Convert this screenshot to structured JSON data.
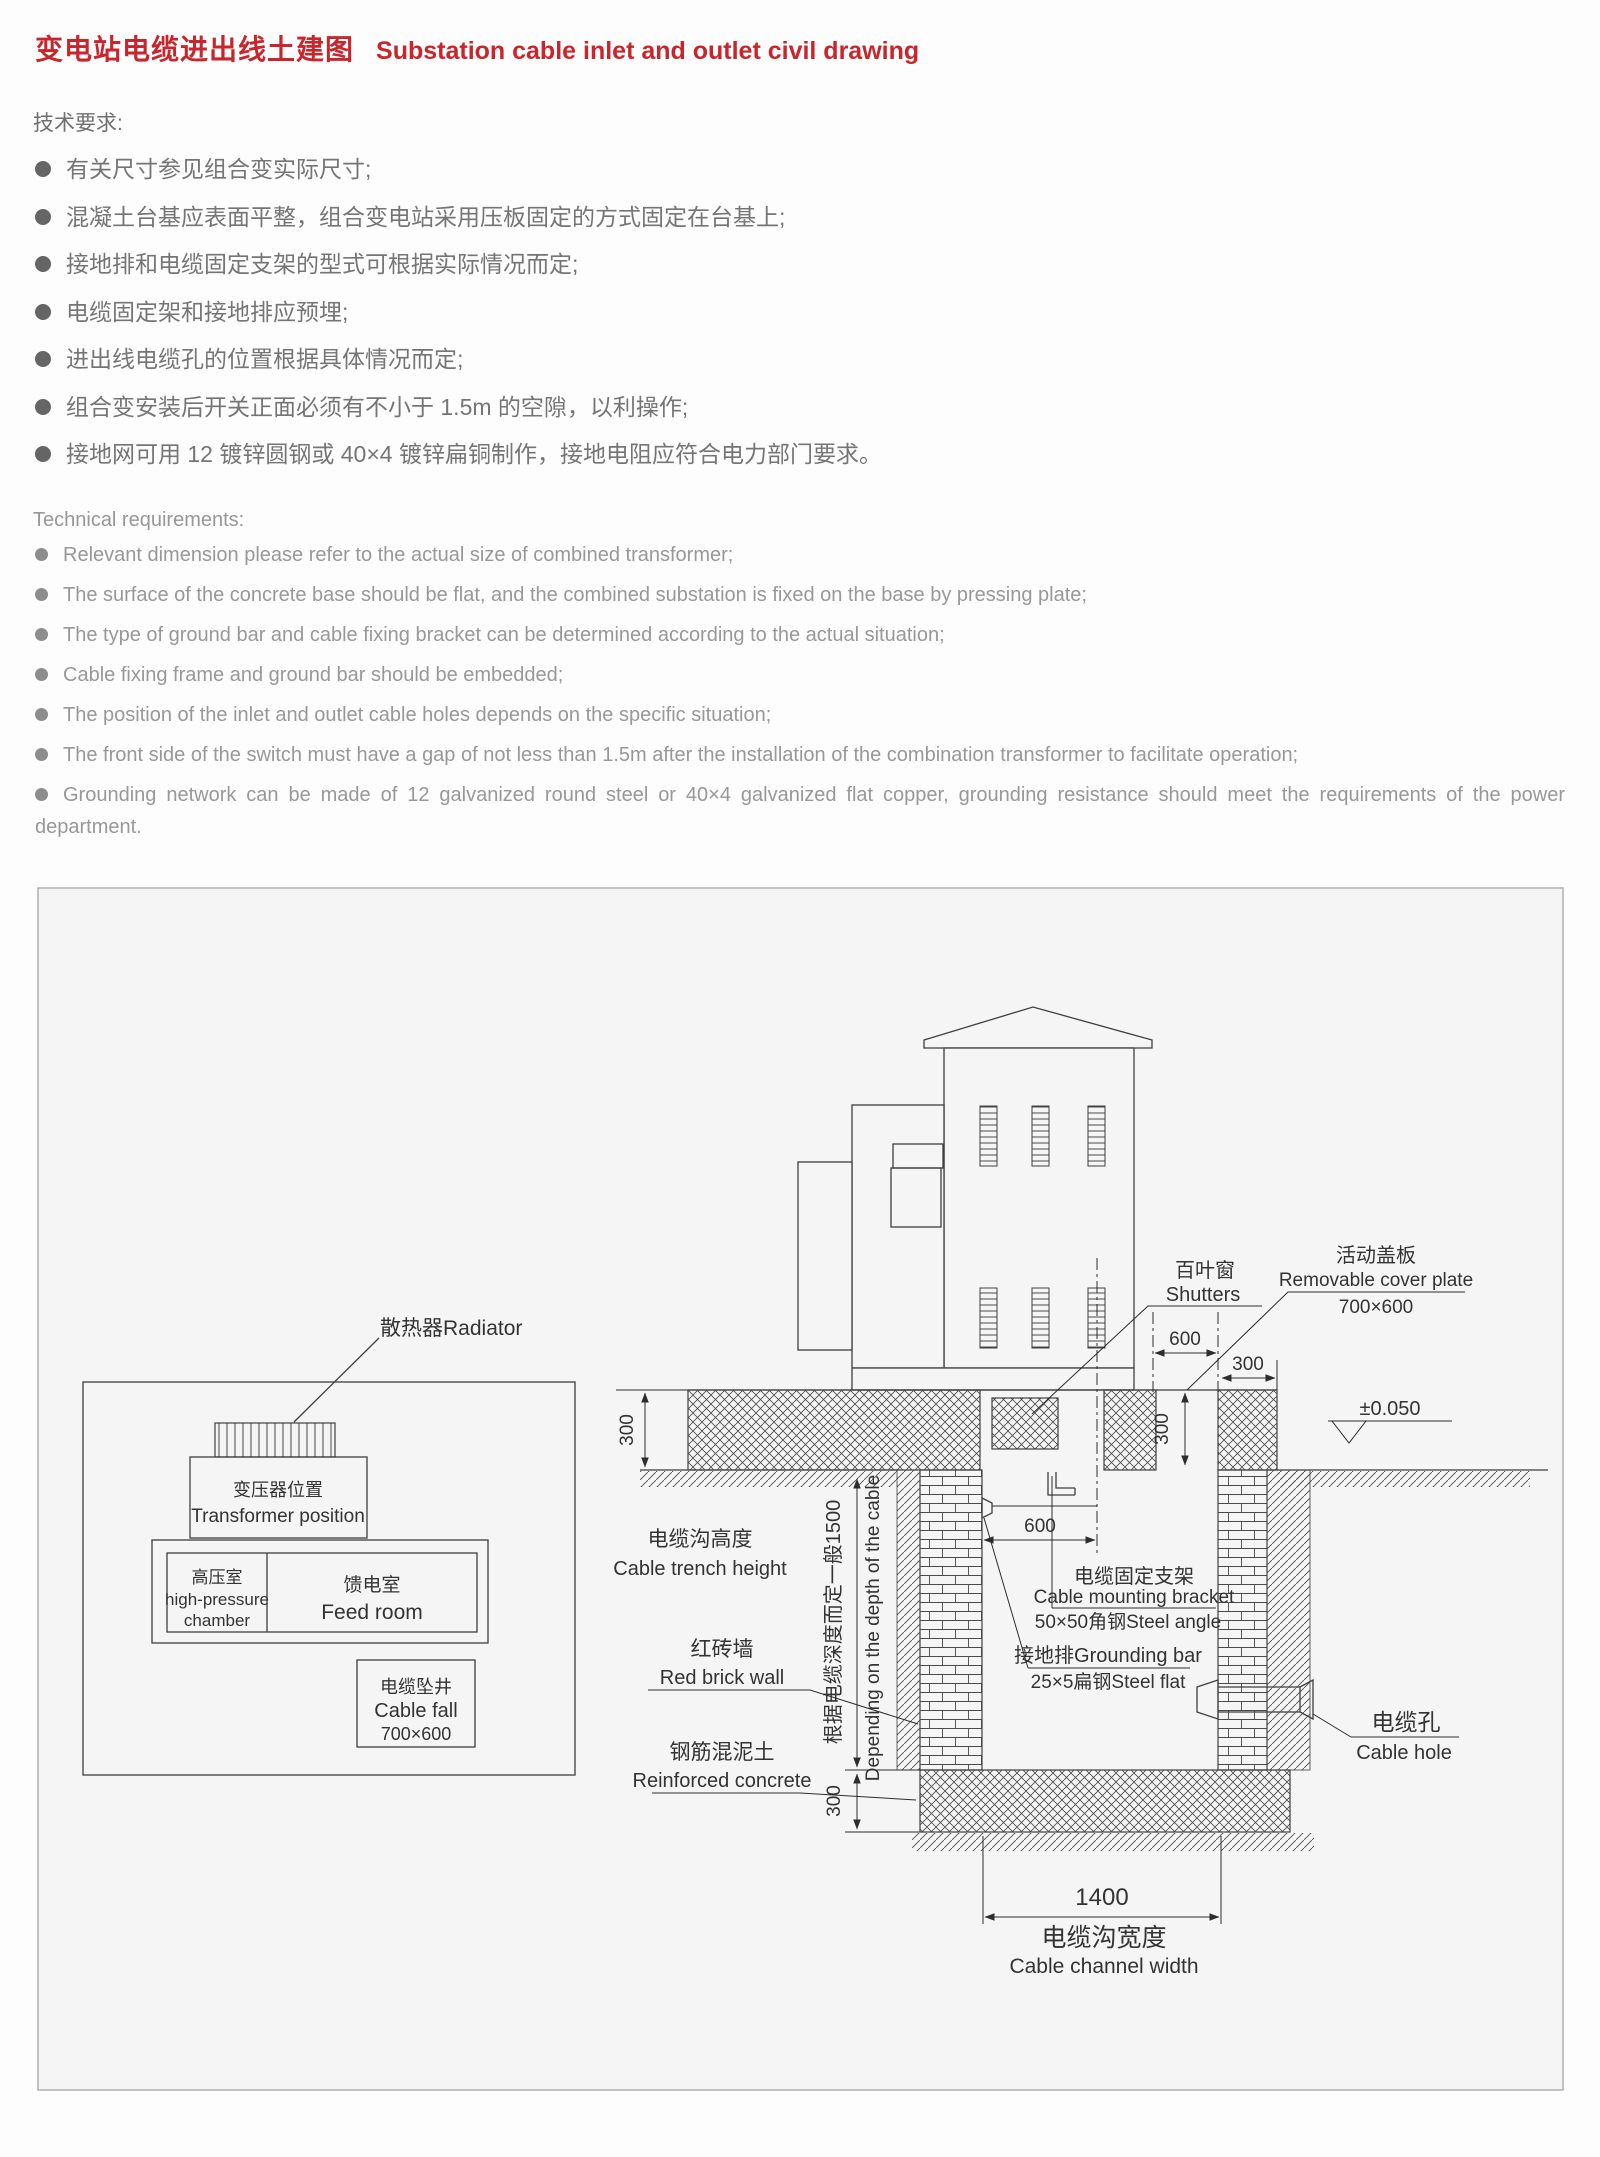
{
  "title": {
    "zh": "变电站电缆进出线土建图",
    "en": "Substation cable inlet and outlet civil drawing"
  },
  "tech_cn": {
    "heading": "技术要求:",
    "items": [
      "有关尺寸参见组合变实际尺寸;",
      "混凝土台基应表面平整，组合变电站采用压板固定的方式固定在台基上;",
      "接地排和电缆固定支架的型式可根据实际情况而定;",
      "电缆固定架和接地排应预埋;",
      "进出线电缆孔的位置根据具体情况而定;",
      "组合变安装后开关正面必须有不小于 1.5m 的空隙，以利操作;",
      "接地网可用 12 镀锌圆钢或 40×4 镀锌扁铜制作，接地电阻应符合电力部门要求。"
    ]
  },
  "tech_en": {
    "heading": "Technical requirements:",
    "items": [
      "Relevant dimension please refer to the actual size of combined transformer;",
      "The surface of the concrete base should be flat, and the combined substation is fixed on the base by pressing plate;",
      "The type of ground bar and cable fixing bracket can be determined according to the actual situation;",
      "Cable fixing frame and ground bar should be embedded;",
      "The position of the inlet and outlet cable holes depends on the specific situation;",
      "The front side of the switch must have a gap of not less than 1.5m after the installation of the combination transformer to facilitate operation;",
      "Grounding network can be made of 12 galvanized round steel or 40×4 galvanized flat copper, grounding resistance should meet the requirements of the power department."
    ]
  },
  "colors": {
    "accent_red": "#c8262c",
    "drawing_panel_bg": "#f5f5f6"
  },
  "diagram": {
    "plan": {
      "radiator": "散热器Radiator",
      "transformer_zh": "变压器位置",
      "transformer_en": "Transformer position",
      "hp_zh": "高压室",
      "hp_en1": "high-pressure",
      "hp_en2": "chamber",
      "feed_zh": "馈电室",
      "feed_en": "Feed room",
      "fall_zh": "电缆坠井",
      "fall_en": "Cable fall",
      "fall_size": "700×600"
    },
    "section": {
      "shutters_zh": "百叶窗",
      "shutters_en": "Shutters",
      "cover_zh": "活动盖板",
      "cover_en": "Removable cover plate",
      "cover_size": "700×600",
      "level": "±0.050",
      "trench_h_zh": "电缆沟高度",
      "trench_h_en": "Cable trench height",
      "depth_zh": "根据电缆深度而定一般1500",
      "depth_en": "Depending on the depth of the cable",
      "brick_zh": "红砖墙",
      "brick_en": "Red brick wall",
      "concrete_zh": "钢筋混泥土",
      "concrete_en": "Reinforced concrete",
      "bracket_zh": "电缆固定支架",
      "bracket_en": "Cable mounting bracket",
      "bracket_spec": "50×50角钢Steel angle",
      "gbar": "接地排Grounding bar",
      "gbar_spec": "25×5扁钢Steel flat",
      "hole_zh": "电缆孔",
      "hole_en": "Cable hole",
      "width_zh": "电缆沟宽度",
      "width_en": "Cable channel width"
    },
    "dims": {
      "d300": "300",
      "d600": "600",
      "d1400": "1400"
    }
  }
}
